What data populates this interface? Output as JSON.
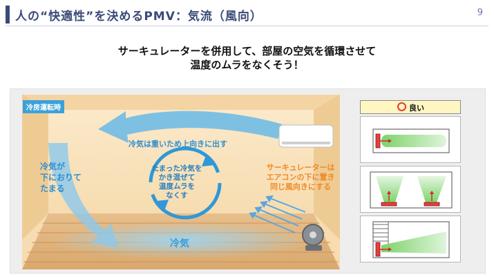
{
  "header": {
    "title": "人の“快適性”を決めるPMV：気流（風向）",
    "page_number": "9"
  },
  "headline": {
    "line1": "サーキュレーターを併用して、部屋の空気を循環させて",
    "line2": "温度のムラをなくそう！"
  },
  "illustration": {
    "mode_tag": "冷房運転時",
    "heavy_air": "冷気は重いため上向きに出す",
    "cool_down": [
      "冷気が",
      "下におりて",
      "たまる"
    ],
    "mix": [
      "たまった冷気を",
      "かき混ぜて",
      "温度ムラを",
      "なくす"
    ],
    "circulator": [
      "サーキュレーターは",
      "エアコンの下に置き",
      "同じ風向きにする"
    ],
    "floor_cool": "冷気"
  },
  "legend": {
    "good_label": "良い"
  },
  "colors": {
    "title": "#3b4a78",
    "accent_blue": "#3ba1da",
    "accent_orange": "#ef8b26",
    "good_mark": "#e83a2c",
    "airflow_green": "#7dd36a"
  }
}
